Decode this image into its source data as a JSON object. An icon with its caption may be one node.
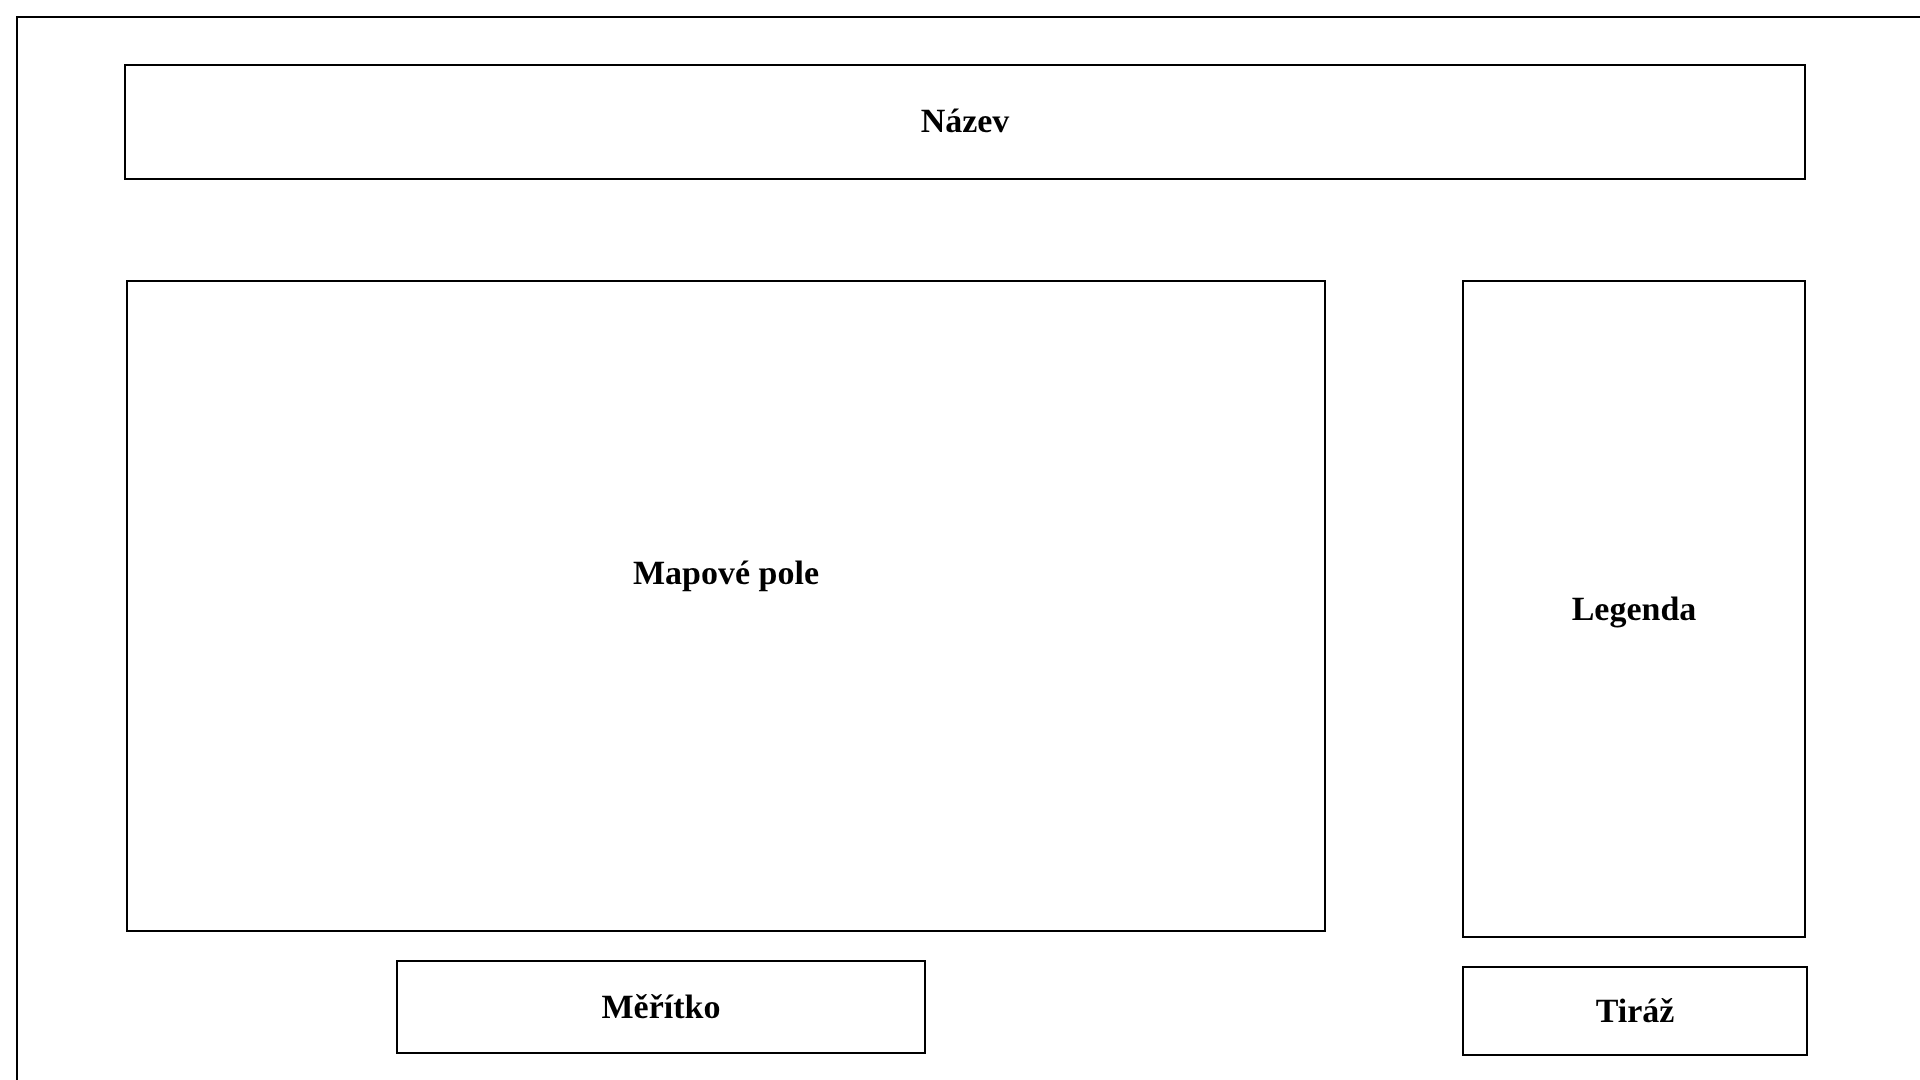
{
  "diagram": {
    "nodes": [
      {
        "text": [],
        "shape": "box"
      },
      {
        "text": [
          "Název"
        ],
        "in": 0
      },
      {
        "text": [
          "Mapové pole"
        ],
        "in": 0
      },
      {
        "text": [
          "Legenda"
        ],
        "in": 0
      },
      {
        "text": [
          "Měřítko"
        ],
        "in": 0
      },
      {
        "text": [
          "Tiráž"
        ],
        "in": 0
      }
    ],
    "edges": []
  }
}
